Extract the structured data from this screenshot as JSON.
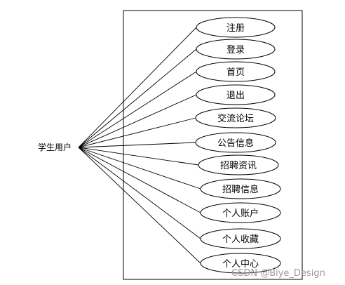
{
  "diagram": {
    "actor": {
      "label": "学生用户"
    },
    "use_cases": [
      {
        "label": "注册"
      },
      {
        "label": "登录"
      },
      {
        "label": "首页"
      },
      {
        "label": "退出"
      },
      {
        "label": "交流论坛"
      },
      {
        "label": "公告信息"
      },
      {
        "label": "招聘资讯"
      },
      {
        "label": "招聘信息"
      },
      {
        "label": "个人账户"
      },
      {
        "label": "个人收藏"
      },
      {
        "label": "个人中心"
      }
    ],
    "watermark": "CSDN @Biye_Design",
    "colors": {
      "line": "#000000",
      "fill": "#ffffff",
      "watermark": "#9a9a9a"
    }
  }
}
